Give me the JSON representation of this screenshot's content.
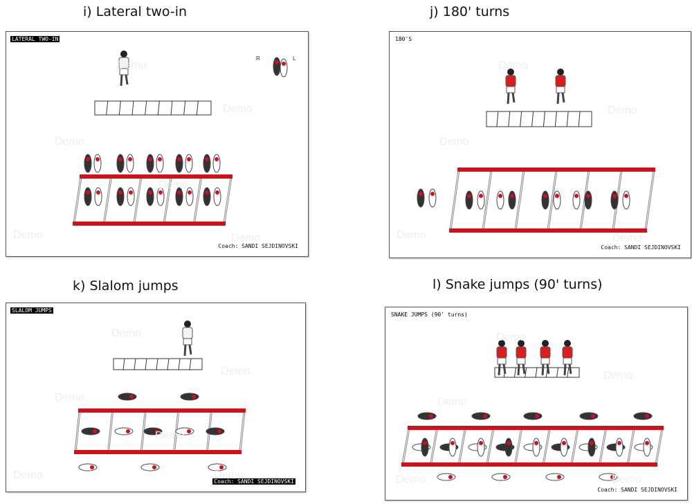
{
  "panels": [
    {
      "title": "i) Lateral two-in",
      "label": "LATERAL TWO-IN",
      "coach": "Coach: SANDI SEJDINOVSKI",
      "legend": {
        "right": "R",
        "left": "L"
      }
    },
    {
      "title": "j) 180' turns",
      "label": "180'S",
      "coach": "Coach: SANDI SEJDINOVSKI"
    },
    {
      "title": "k) Slalom jumps",
      "label": "SLALOM JUMPS",
      "coach": "Coach: SANDI SEJDINOVSKI"
    },
    {
      "title": "l) Snake jumps (90' turns)",
      "label": "SNAKE JUMPS (90' turns)",
      "coach": "Coach: SANDI SEJDINOVSKI"
    }
  ],
  "watermark": "Demo",
  "colors": {
    "rail": "#d0101a",
    "shoe_dark": "#333333",
    "shoe_light": "#ffffff",
    "jersey": "#d81e1e"
  }
}
